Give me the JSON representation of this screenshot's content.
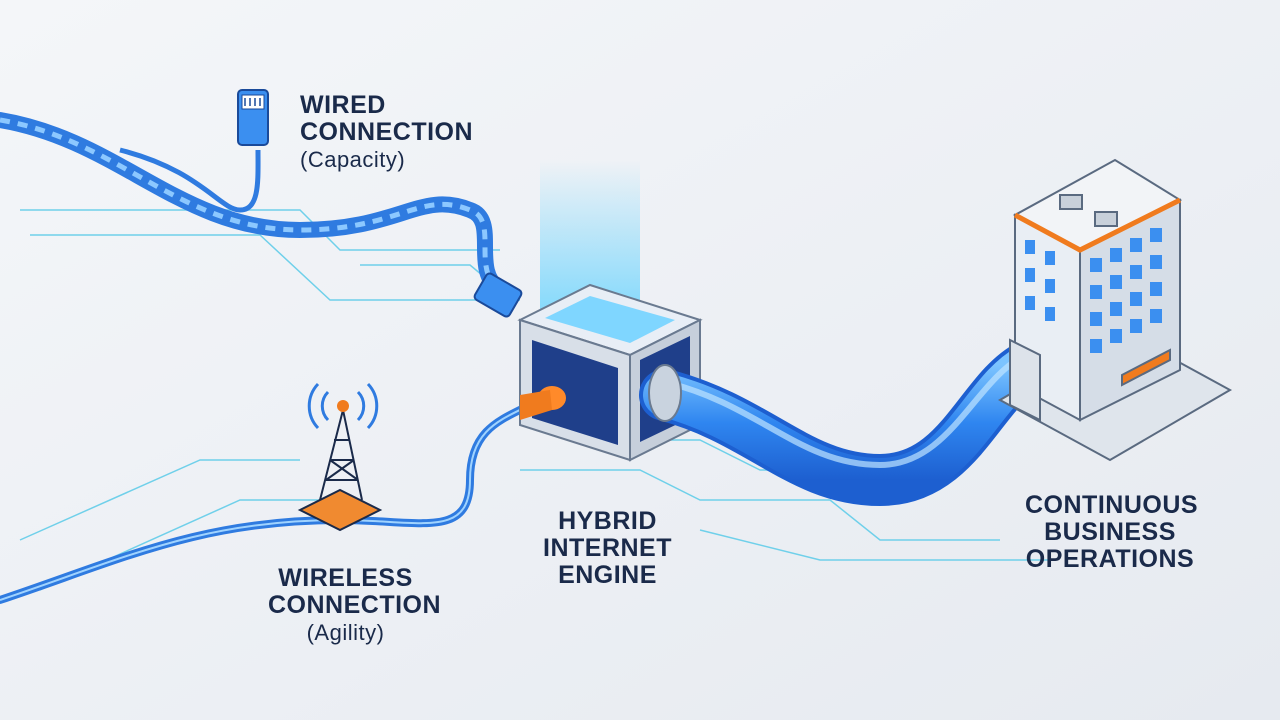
{
  "labels": {
    "wired": {
      "line1": "WIRED",
      "line2": "CONNECTION",
      "sub": "(Capacity)"
    },
    "wireless": {
      "line1": "WIRELESS",
      "line2": "CONNECTION",
      "sub": "(Agility)"
    },
    "engine": {
      "line1": "HYBRID",
      "line2": "INTERNET",
      "line3": "ENGINE"
    },
    "business": {
      "line1": "CONTINUOUS",
      "line2": "BUSINESS",
      "line3": "OPERATIONS"
    }
  },
  "colors": {
    "cable": "#3b8ff0",
    "accent": "#f07b1e",
    "text": "#1a2a4a",
    "circuit": "#5cc8e6"
  }
}
